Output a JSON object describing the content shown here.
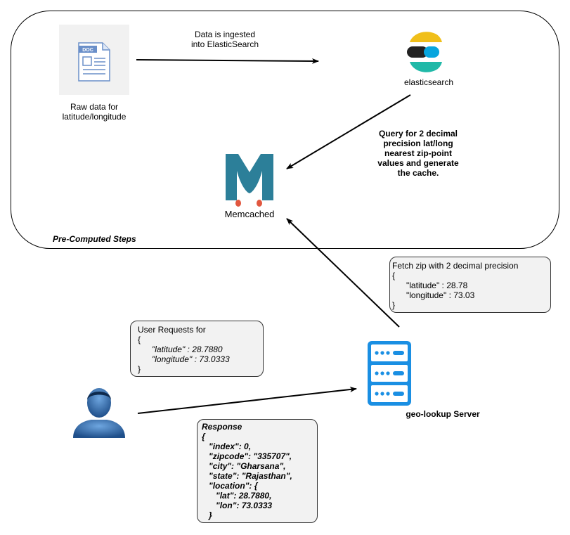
{
  "container": {
    "label": "Pre-Computed Steps"
  },
  "nodes": {
    "raw_data": {
      "label_line1": "Raw data for",
      "label_line2": "latitude/longitude",
      "doc_text": "DOC",
      "icon": "document-icon"
    },
    "elasticsearch": {
      "label": "elasticsearch",
      "icon": "elasticsearch-logo",
      "colors": [
        "#f0bf1a",
        "#20b9a8",
        "#222222",
        "#07a5de"
      ]
    },
    "memcached": {
      "label": "Memcached",
      "icon": "memcached-logo",
      "colors": [
        "#2c7f99",
        "#e1573f"
      ]
    },
    "user": {
      "icon": "user-icon",
      "color": "#2f6fb6"
    },
    "server": {
      "label": "geo-lookup Server",
      "icon": "server-icon",
      "color": "#1a8fe3"
    }
  },
  "edges": {
    "ingest": {
      "line1": "Data is ingested",
      "line2": "into ElasticSearch"
    },
    "query": {
      "line1": "Query for 2 decimal",
      "line2": "precision lat/long",
      "line3": "nearest zip-point",
      "line4": "values and generate",
      "line5": "the cache."
    }
  },
  "notes": {
    "user_request": {
      "title": "User Requests for",
      "lines": [
        "{",
        "      \"latitude\" : 28.7880",
        "      \"longitude\" : 73.0333",
        "}"
      ]
    },
    "fetch": {
      "title": "Fetch zip with 2 decimal precision",
      "lines": [
        "{",
        "      \"latitude\" : 28.78",
        "      \"longitude\" : 73.03",
        "}"
      ]
    },
    "response": {
      "title": "Response",
      "lines": [
        "{",
        "   \"index\": 0,",
        "   \"zipcode\": \"335707\",",
        "   \"city\": \"Gharsana\",",
        "   \"state\": \"Rajasthan\",",
        "   \"location\": {",
        "      \"lat\": 28.7880,",
        "      \"lon\": 73.0333",
        "   }"
      ]
    }
  }
}
